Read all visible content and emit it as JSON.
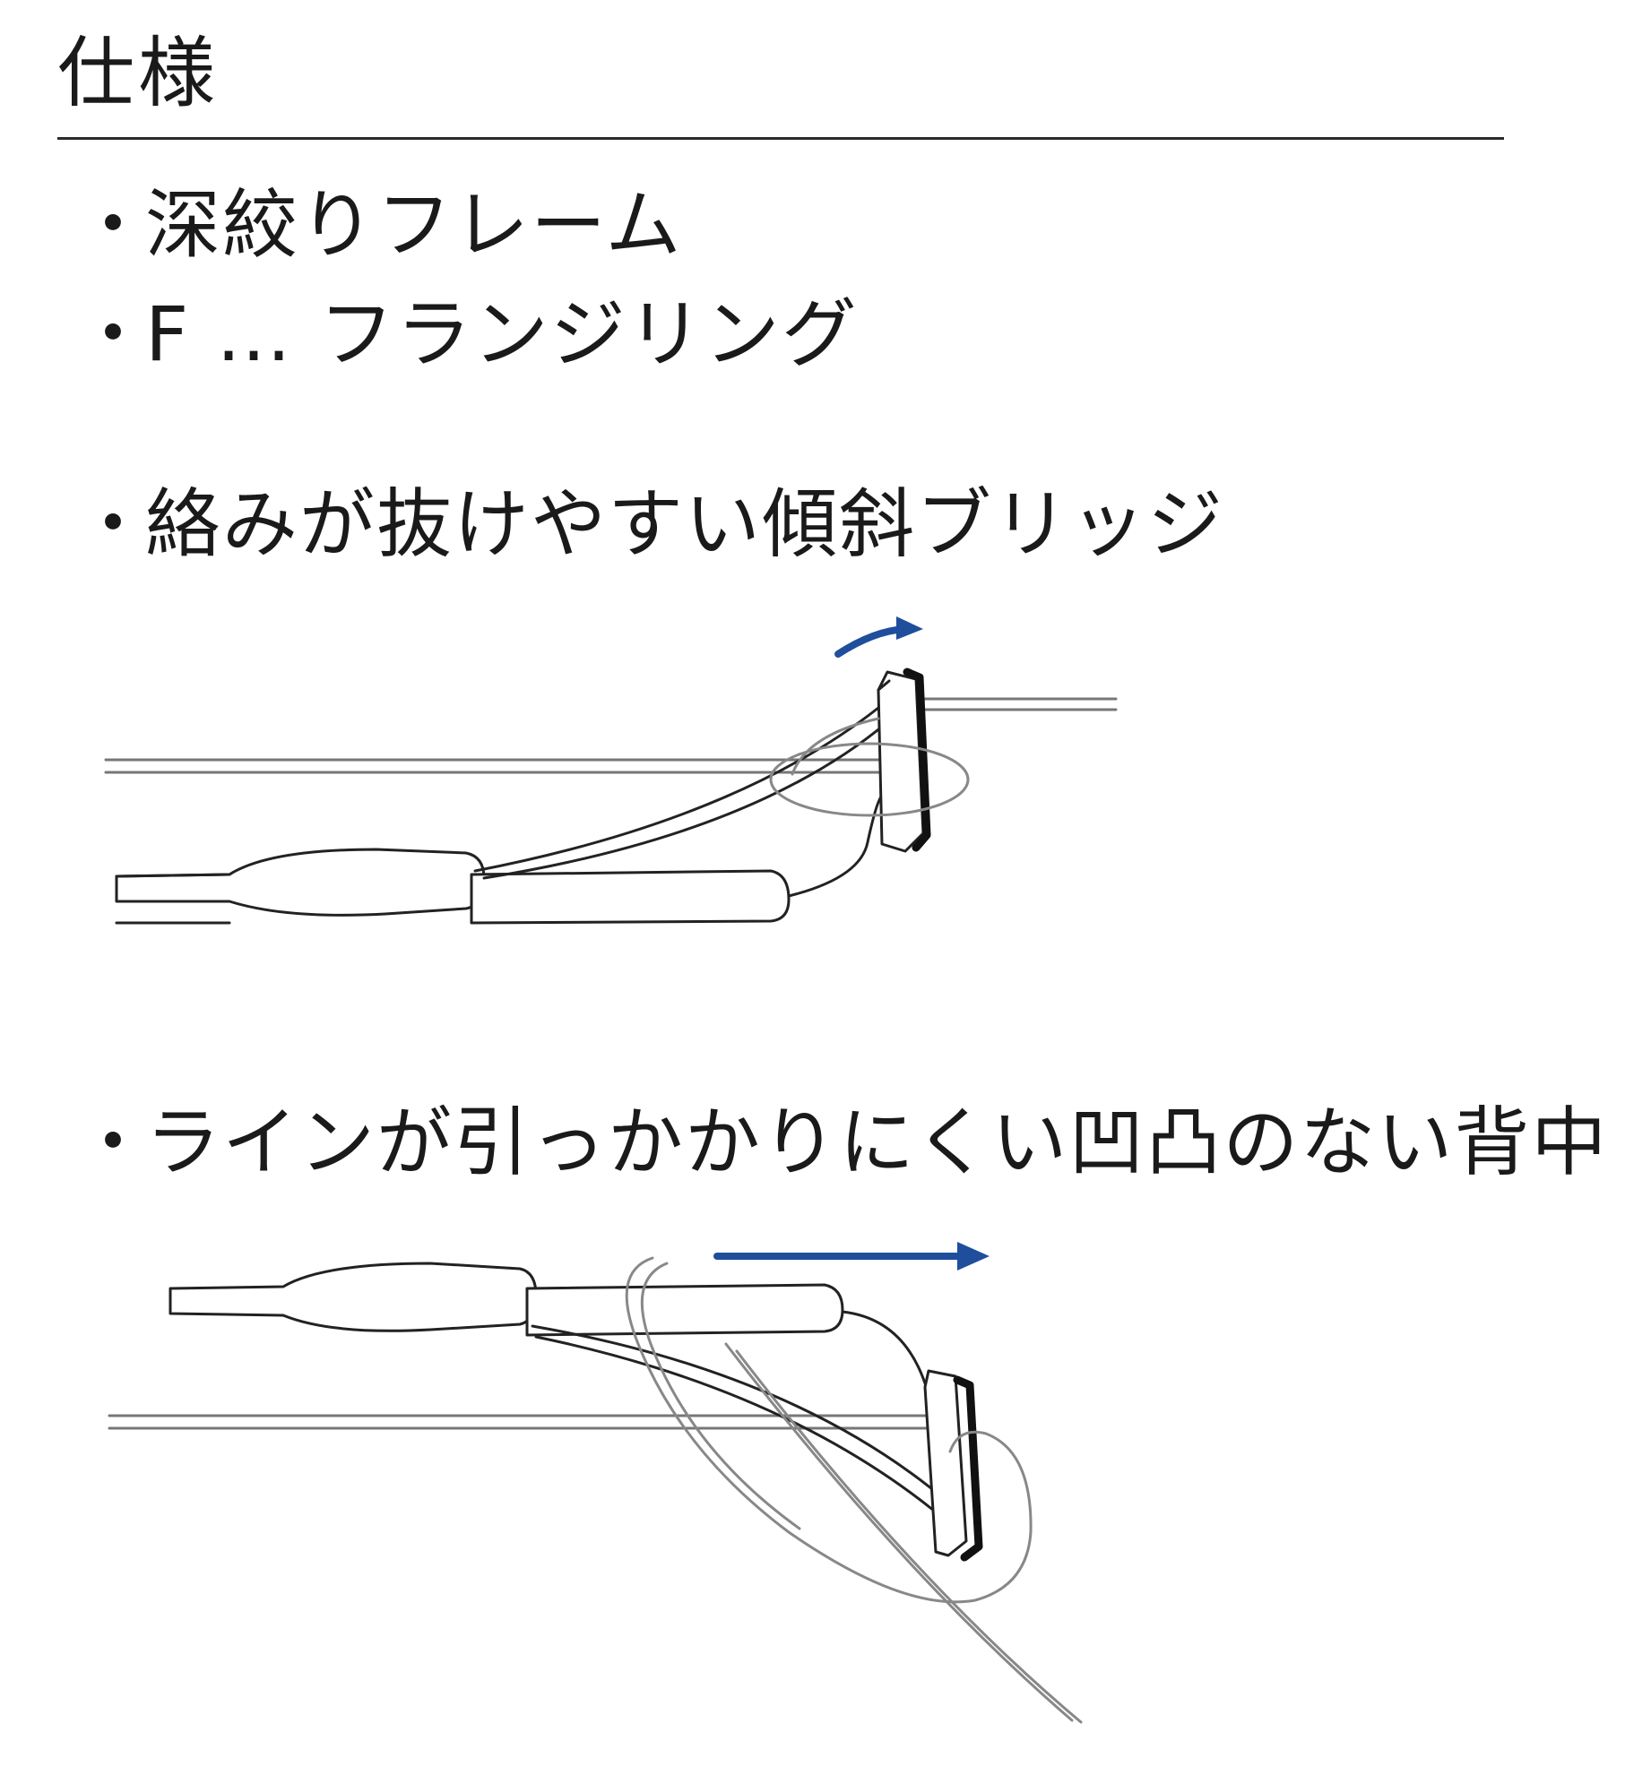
{
  "header": {
    "title": "仕様"
  },
  "features": [
    {
      "bullet": "・",
      "text": "深絞りフレーム"
    },
    {
      "bullet": "・",
      "text": "F … フランジリング"
    },
    {
      "bullet": "・",
      "text": "絡みが抜けやすい傾斜ブリッジ"
    },
    {
      "bullet": "・",
      "text": "ラインが引っかかりにくい凹凸のない背中"
    }
  ],
  "colors": {
    "text": "#1a1a1a",
    "rule": "#2a2a2a",
    "arrow": "#1f4e9c",
    "line_stroke": "#222222",
    "fishing_line": "#999999"
  },
  "icons": {
    "diagram_1": "inclined-bridge-guide-illustration",
    "diagram_2": "smooth-back-guide-illustration",
    "arrow_1": "curved-arrow-icon",
    "arrow_2": "right-arrow-icon"
  }
}
